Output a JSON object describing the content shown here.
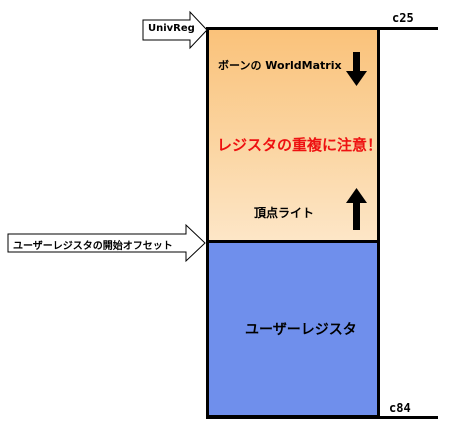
{
  "labels": {
    "c_top": "c25",
    "c_bottom": "c84"
  },
  "callouts": {
    "univreg": "UnivReg",
    "user_register_start": "ユーザーレジスタの開始オフセット"
  },
  "top_block": {
    "bone_text": "ボーンの WorldMatrix",
    "warning_text": "レジスタの重複に注意！",
    "vertex_light_text": "頂点ライト",
    "down_arrow_icon": "arrow-down-icon",
    "up_arrow_icon": "arrow-up-icon"
  },
  "bottom_block": {
    "user_register_text": "ユーザーレジスタ"
  },
  "colors": {
    "top_block_fill": "#fac27a",
    "bottom_block_fill": "#6f8fec",
    "warning_text": "#ee1111"
  }
}
